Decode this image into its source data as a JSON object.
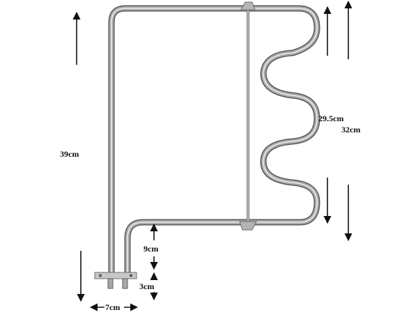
{
  "diagram": {
    "subject": "oven heating element",
    "dimensions": {
      "total_height": "39cm",
      "inner_height": "29.5cm",
      "outer_height": "32cm",
      "terminal_rise": "9cm",
      "terminal_length": "3cm",
      "terminal_spacing": "7cm"
    }
  },
  "colors": {
    "element_outer": "#5a5a5a",
    "element_body": "#a9a9a9",
    "element_highlight": "#ececec",
    "bracket": "#b5b5b5",
    "arrow": "#111111",
    "background": "#ffffff"
  }
}
